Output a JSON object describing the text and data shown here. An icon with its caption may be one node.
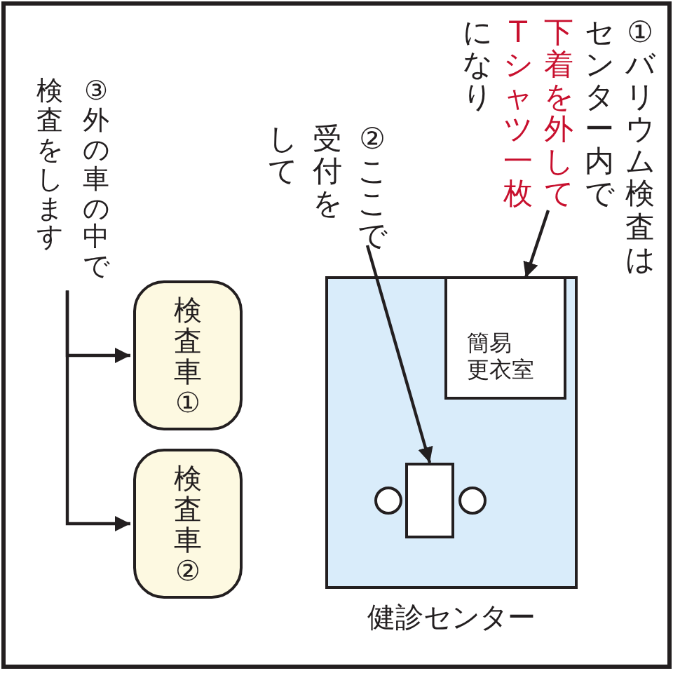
{
  "diagram": {
    "nodes": [
      {
        "text": [
          "①バリウム検査はセンター内で下着を外してTシャツ一枚になり"
        ]
      },
      {
        "text": [
          "②ここで受付をして"
        ]
      },
      {
        "text": [
          "③外の車の中で検査をします"
        ]
      },
      {
        "text": [
          "検査車①"
        ]
      },
      {
        "text": [
          "検査車②"
        ]
      },
      {
        "text": [
          "健診センター"
        ]
      },
      {
        "text": [
          "簡易更衣室"
        ],
        "in": 5
      },
      {
        "text": [],
        "shape": "box",
        "in": 5
      }
    ],
    "edges": [
      {
        "from": 0,
        "to": 6,
        "arrow": "to"
      },
      {
        "from": 1,
        "to": 7,
        "arrow": "to"
      },
      {
        "from": 2,
        "to": 3,
        "arrow": "to"
      },
      {
        "from": 2,
        "to": 4,
        "arrow": "to"
      }
    ]
  }
}
